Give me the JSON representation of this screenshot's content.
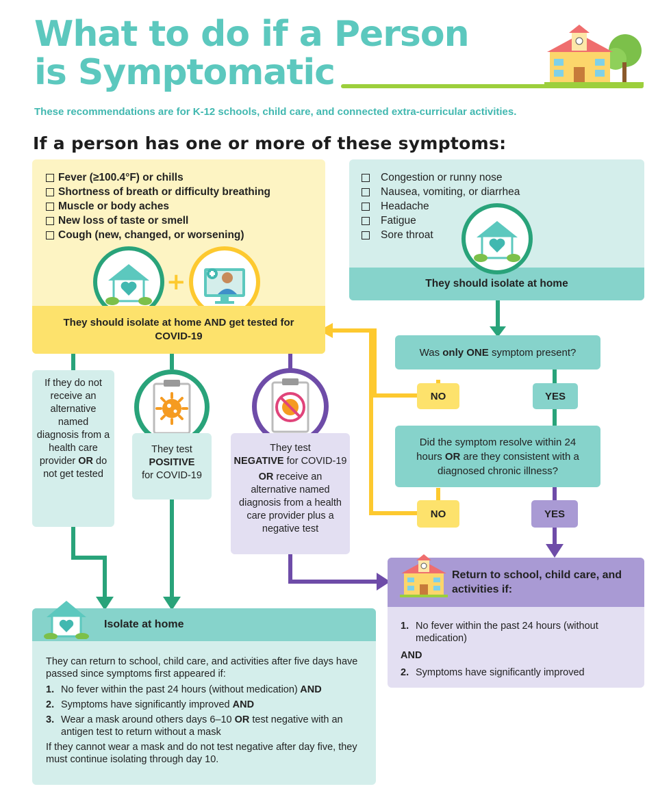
{
  "title_line1": "What to do if a Person",
  "title_line2": "is Symptomatic",
  "subtitle": "These recommendations are for K-12 schools, child care, and connected extra-curricular activities.",
  "heading": "If a person has one or more of these symptoms:",
  "primary_symptoms": [
    "Fever (≥100.4°F) or chills",
    "Shortness of breath or difficulty breathing",
    "Muscle or body aches",
    "New loss of taste or smell",
    "Cough (new, changed, or worsening)"
  ],
  "primary_action": "They should isolate at home AND get tested for COVID-19",
  "plus_sign": "+",
  "secondary_symptoms": [
    "Congestion or runny nose",
    "Nausea, vomiting, or diarrhea",
    "Headache",
    "Fatigue",
    "Sore throat"
  ],
  "secondary_action": "They should isolate at home",
  "question1": {
    "pre": "Was ",
    "bold": "only ONE",
    "post": " symptom present?"
  },
  "question2": {
    "pre": "Did the symptom resolve within 24 hours ",
    "bold": "OR",
    "post": " are they consistent with a diagnosed chronic illness?"
  },
  "no_label": "NO",
  "yes_label": "YES",
  "outcome_no_diagnosis": {
    "pre": "If they do not receive an alternative named diagnosis from a health care provider ",
    "bold": "OR",
    "post": " do not get tested"
  },
  "outcome_positive": {
    "pre": "They test",
    "bold": "POSITIVE",
    "post": "for COVID-19"
  },
  "outcome_negative": {
    "pre": "They test",
    "bold": "NEGATIVE",
    "mid": " for COVID-19",
    "bold2": "OR",
    "post": " receive an alternative named diagnosis from a health care provider plus a negative test"
  },
  "isolate": {
    "title": "Isolate at home",
    "intro": "They can return to school, child care, and activities after five days have passed since symptoms first appeared if:",
    "items": [
      {
        "num": "1.",
        "text": "No fever within the past 24 hours (without medication)",
        "bold": " AND"
      },
      {
        "num": "2.",
        "text": "Symptoms have significantly improved ",
        "bold": " AND"
      },
      {
        "num": "3.",
        "text": "Wear a mask around others days 6–10 ",
        "bold": "OR",
        "post": " test negative with an antigen test to return without a mask"
      }
    ],
    "footer": "If they cannot wear a mask and do not test negative after day five, they must continue isolating through day 10."
  },
  "return": {
    "title": "Return to school, child care, and activities if:",
    "items": [
      {
        "num": "1.",
        "text": "No fever within the past 24 hours (without medication)"
      },
      {
        "num": "2.",
        "text": "Symptoms have significantly improved"
      }
    ],
    "and_label": "AND"
  },
  "colors": {
    "teal": "#5cc8be",
    "green_line": "#29a37a",
    "yellow": "#fdc92f",
    "purple": "#6e4ca8",
    "orange": "#f59b21"
  },
  "icons": [
    "school-icon",
    "tree-icon",
    "home-heart-icon",
    "doctor-telehealth-icon",
    "virus-clipboard-icon",
    "no-virus-clipboard-icon"
  ]
}
